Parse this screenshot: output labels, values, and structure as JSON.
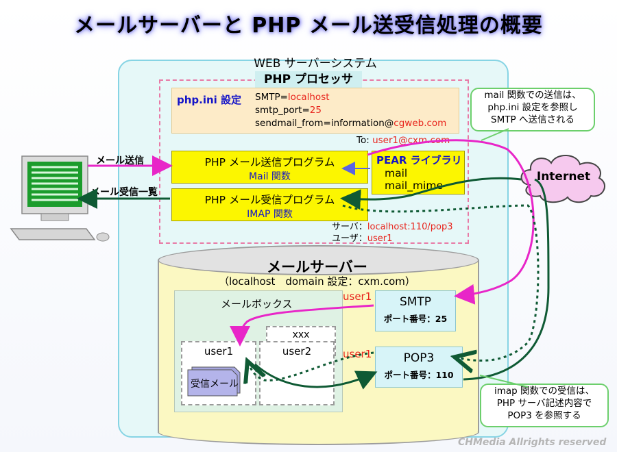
{
  "title": "メールサーバーと PHP メール送受信処理の概要",
  "web_system": {
    "label": "WEB サーバーシステム",
    "php_processor_label": "PHP プロセッサ",
    "ini": {
      "label": "php.ini 設定",
      "line1_key": "SMTP=",
      "line1_val": "localhost",
      "line2_key": "smtp_port=",
      "line2_val": "25",
      "line3_key": "sendmail_from=information@",
      "line3_val": "cgweb.com"
    },
    "send_program": {
      "title": "PHP メール送信プログラム",
      "sub": "Mail 関数"
    },
    "recv_program": {
      "title": "PHP メール受信プログラム",
      "sub": "IMAP 関数"
    },
    "pear": {
      "title": "PEAR ライブラリ",
      "item1": "mail",
      "item2": "mail_mime"
    },
    "to_label": "To: ",
    "to_value": "user1@cxm.com",
    "server_label": "サーバ：",
    "server_value": "localhost:110/pop3",
    "user_label": "ユーザ：",
    "user_value": "user1"
  },
  "client": {
    "send_label": "メール送信",
    "recv_label": "メール受信一覧"
  },
  "mail_server": {
    "title": "メールサーバー",
    "subtitle": "（localhost　domain 設定：cxm.com）",
    "mailbox_label": "メールボックス",
    "box_xxx": "xxx",
    "box_user1": "user1",
    "box_user2": "user2",
    "received_mail": "受信メール",
    "smtp": {
      "title": "SMTP",
      "port": "ポート番号：25",
      "user_tag": "user1"
    },
    "pop3": {
      "title": "POP3",
      "port": "ポート番号：110",
      "user_tag": "user1"
    }
  },
  "internet_label": "Internet",
  "callouts": {
    "mail_send": [
      "mail 関数での送信は、",
      "php.ini 設定を参照し",
      "SMTP へ送信される"
    ],
    "imap_recv": [
      "imap 関数での受信は、",
      "PHP サーバ記述内容で",
      "POP3 を参照する"
    ]
  },
  "copyright": "CHMedia Allrights reserved",
  "colors": {
    "send_arrow": "#e826c8",
    "recv_arrow": "#0f5a34",
    "accent_blue": "#1313c8",
    "accent_red": "#e8241c",
    "program_box": "#fcf600"
  }
}
